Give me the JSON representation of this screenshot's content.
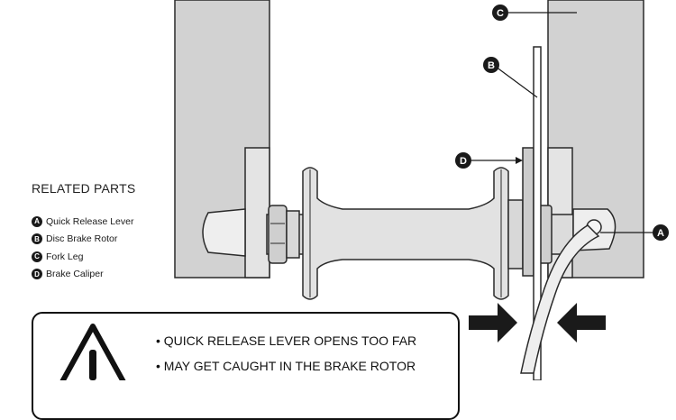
{
  "related_parts": {
    "title": "RELATED PARTS",
    "items": [
      {
        "letter": "A",
        "label": "Quick Release Lever"
      },
      {
        "letter": "B",
        "label": "Disc Brake Rotor"
      },
      {
        "letter": "C",
        "label": "Fork Leg"
      },
      {
        "letter": "D",
        "label": "Brake Caliper"
      }
    ]
  },
  "callouts": {
    "a": "A",
    "b": "B",
    "c": "C",
    "d": "D"
  },
  "warning": {
    "lines": [
      "• QUICK RELEASE LEVER OPENS TOO FAR",
      "• MAY GET CAUGHT IN THE BRAKE ROTOR"
    ]
  },
  "colors": {
    "fork": "#d2d2d2",
    "hub": "#dcdcdc",
    "outline": "#2a2a2a",
    "ink": "#111111"
  }
}
